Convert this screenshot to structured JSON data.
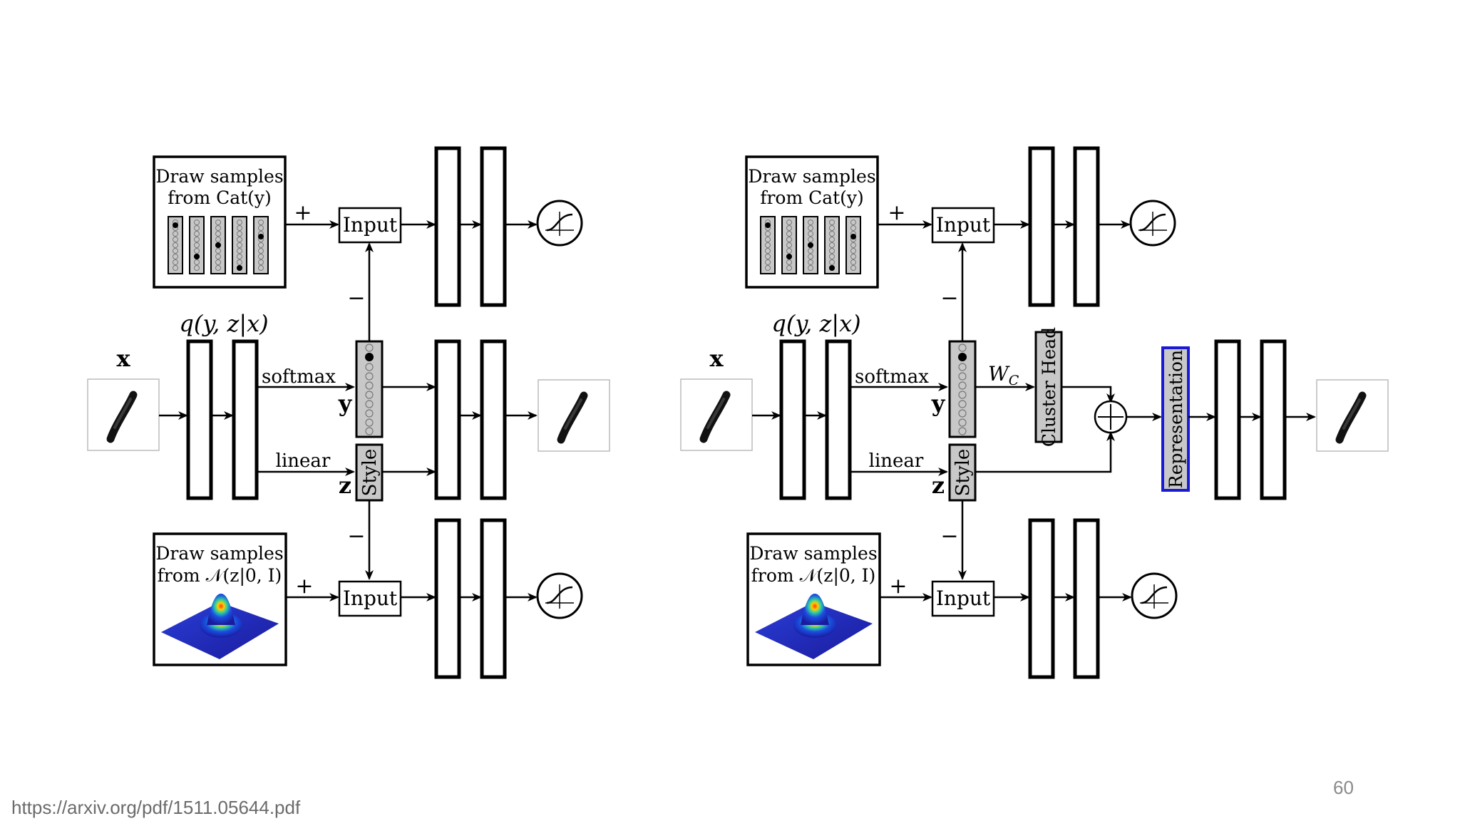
{
  "footer": {
    "source_url": "https://arxiv.org/pdf/1511.05644.pdf",
    "page_number": "60"
  },
  "labels": {
    "draw_samples": "Draw samples",
    "from_cat": "from Cat(y)",
    "from_normal": "from 𝒩(z|0, I)",
    "input": "Input",
    "posterior": "q(y, z|x)",
    "x": "x",
    "y": "y",
    "z": "z",
    "softmax": "softmax",
    "linear": "linear",
    "style": "Style",
    "plus": "+",
    "minus": "−",
    "wc": "W",
    "wc_sub": "C",
    "cluster_head": "Cluster Head",
    "representation": "Representation"
  },
  "colors": {
    "representation_border": "#1a1ad6",
    "gray_fill": "#c8c8c8"
  }
}
